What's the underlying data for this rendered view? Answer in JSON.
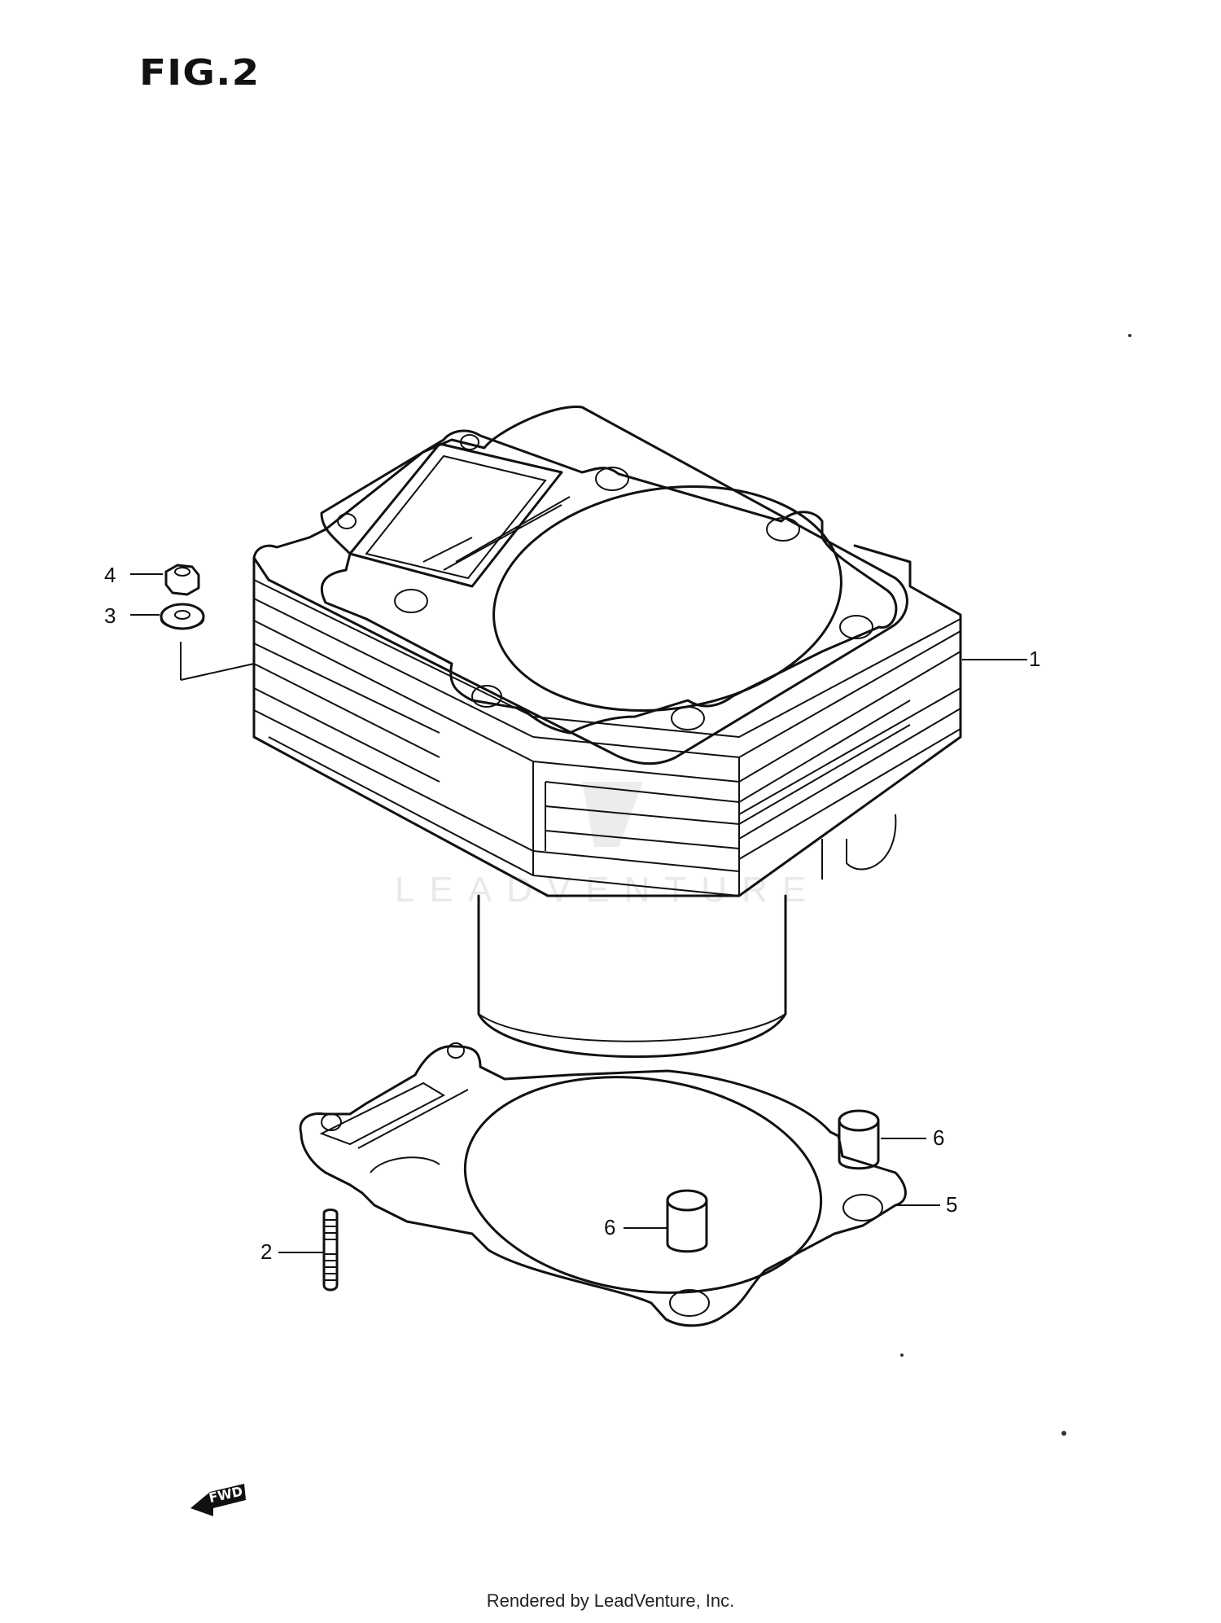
{
  "figure": {
    "title": "FIG.2"
  },
  "callouts": [
    {
      "id": "1",
      "label": "1"
    },
    {
      "id": "2",
      "label": "2"
    },
    {
      "id": "3",
      "label": "3"
    },
    {
      "id": "4",
      "label": "4"
    },
    {
      "id": "5",
      "label": "5"
    },
    {
      "id": "6a",
      "label": "6"
    },
    {
      "id": "6b",
      "label": "6"
    }
  ],
  "direction_marker": {
    "text": "FWD",
    "icon": "forward-arrow-icon"
  },
  "watermark": {
    "text": "LEADVENTURE"
  },
  "footer": {
    "text": "Rendered by LeadVenture, Inc."
  }
}
